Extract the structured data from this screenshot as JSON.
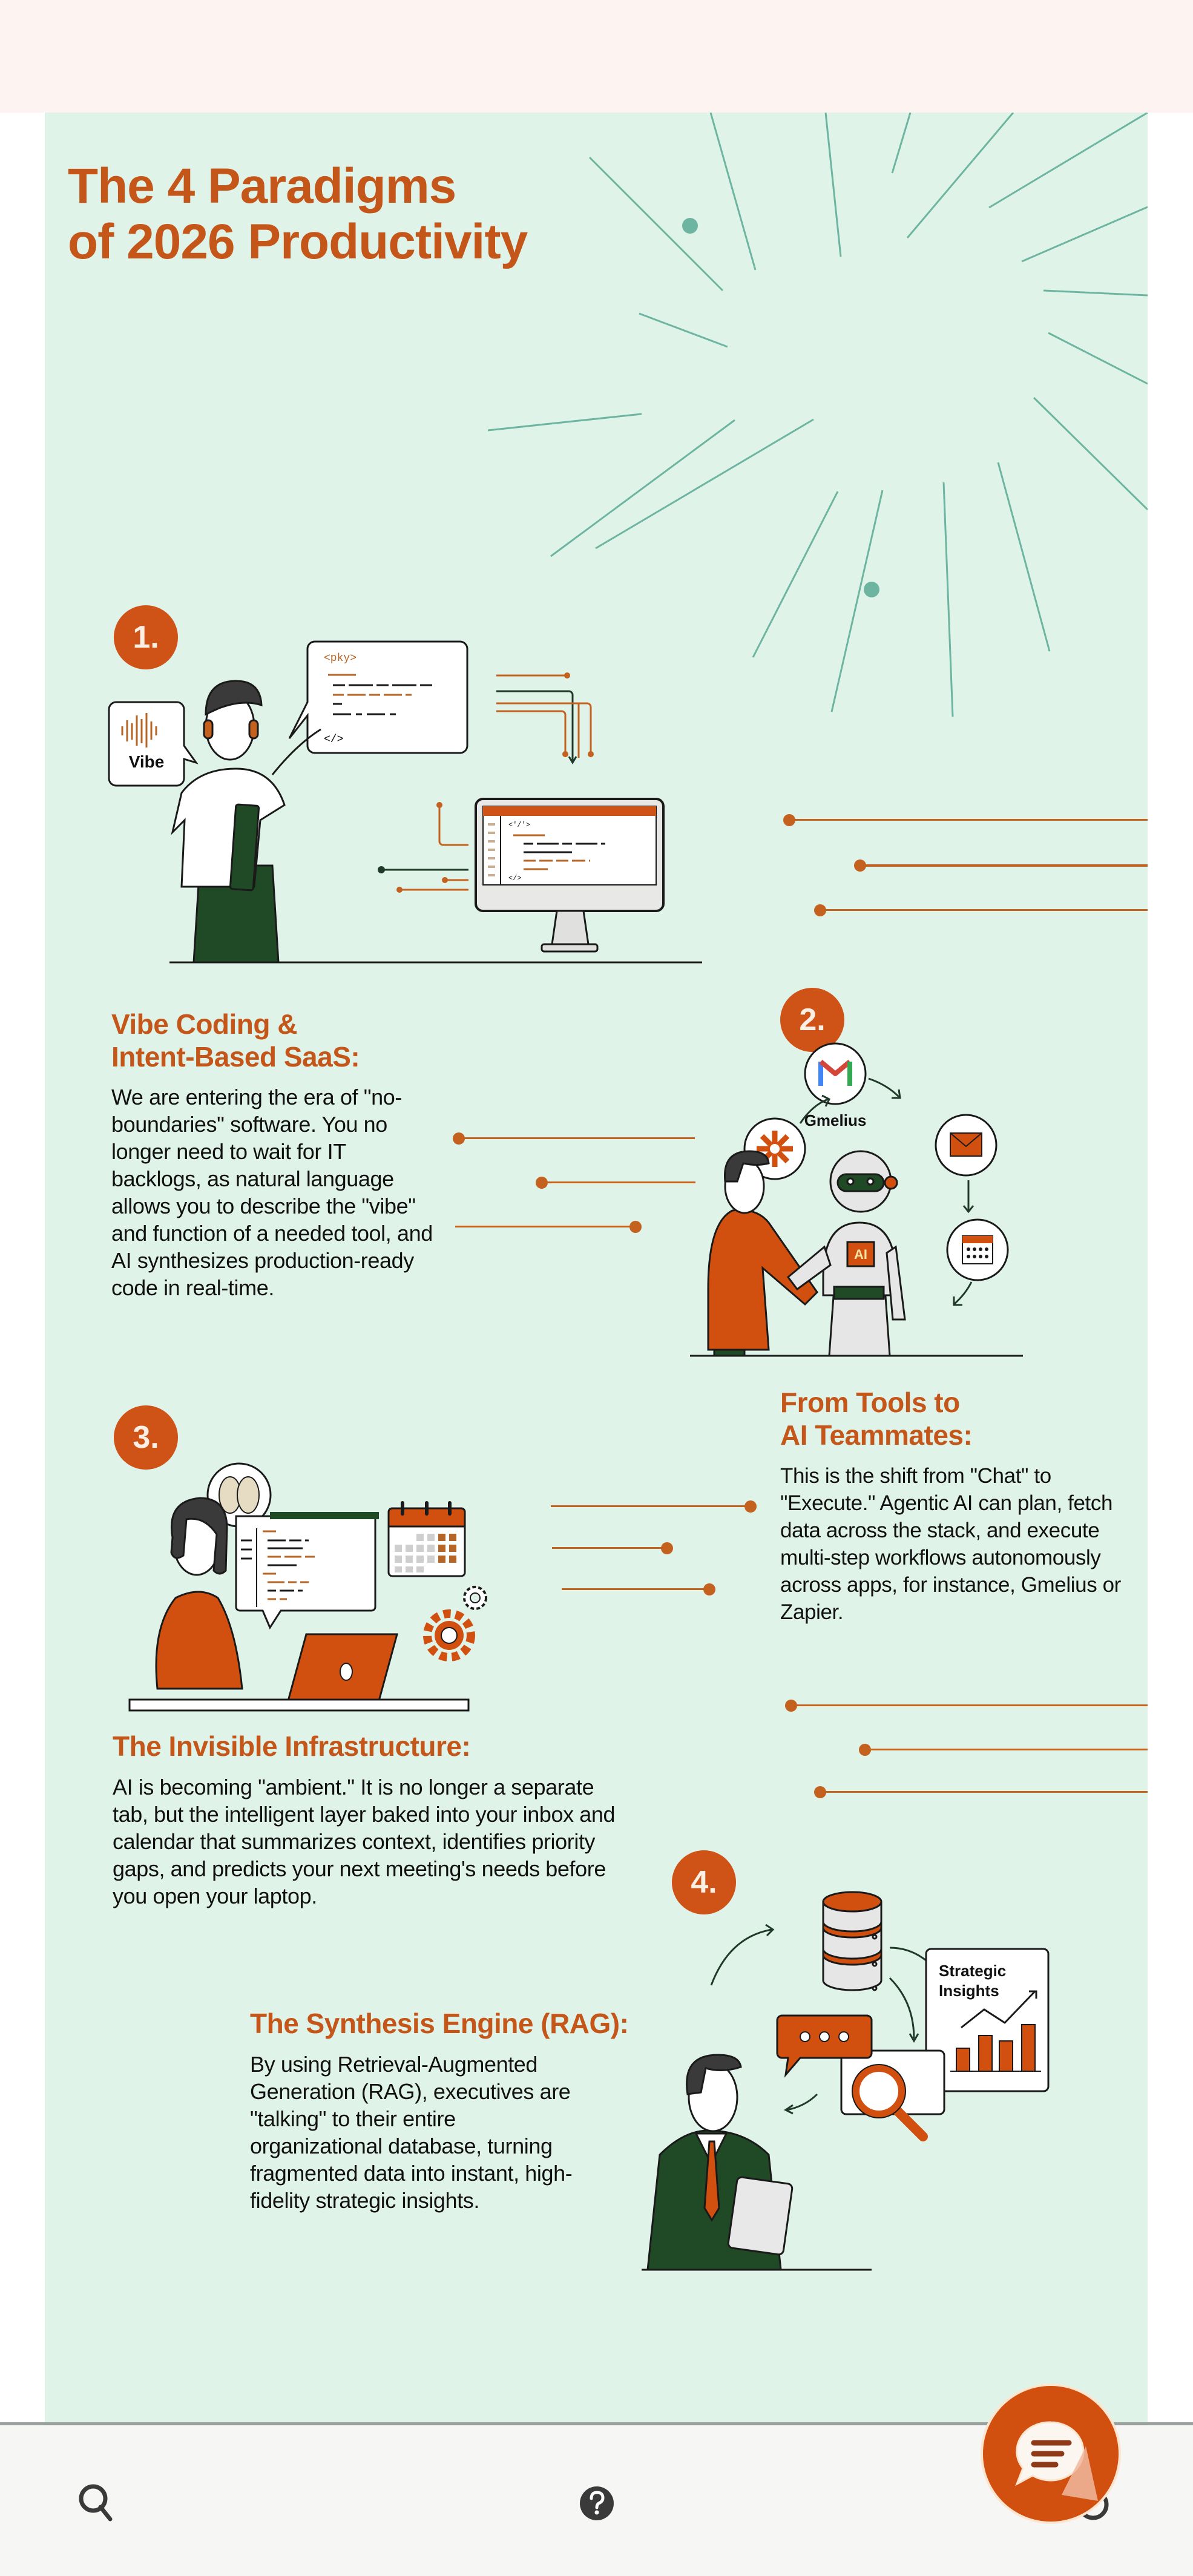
{
  "header": {
    "title_line1": "The 4 Paradigms",
    "title_line2": "of 2026 Productivity"
  },
  "colors": {
    "accent": "#c4561a",
    "badge": "#cf5217",
    "panel_bg": "#e0f3e9",
    "top_bar_bg": "#fdf3f1",
    "sunburst": "#6db5a0",
    "dark_green": "#1f4a25"
  },
  "paradigms": [
    {
      "number": "1.",
      "heading_line1": "Vibe Coding &",
      "heading_line2": "Intent-Based SaaS:",
      "body": "We are entering the era of \"no-boundaries\" software. You no longer need to wait for IT backlogs, as natural language allows you to describe the \"vibe\" and function of a needed tool, and AI synthesizes production-ready code in real-time.",
      "illustration": {
        "vibe_label": "Vibe",
        "code_open_tag": "<pky>",
        "code_close_tag": "</>",
        "monitor_open_tag": "<'/'>",
        "monitor_close_tag": "</>"
      }
    },
    {
      "number": "2.",
      "heading_line1": "From Tools to",
      "heading_line2": "AI Teammates:",
      "body": "This is the shift from \"Chat\" to \"Execute.\" Agentic AI can plan, fetch data across the stack, and execute multi-step workflows autonomously across apps, for instance, Gmelius or Zapier.",
      "illustration": {
        "app_label": "Gmelius",
        "robot_chest_label": "AI",
        "icons": [
          "zapier-icon",
          "gmail-icon",
          "mail-icon",
          "calendar-icon"
        ]
      }
    },
    {
      "number": "3.",
      "heading": "The Invisible Infrastructure:",
      "body": "AI is becoming \"ambient.\" It is no longer a separate tab, but the intelligent layer baked into your inbox and calendar that summarizes context, identifies priority gaps, and predicts your next meeting's needs before you open your laptop.",
      "illustration": {
        "icons": [
          "brain-icon",
          "document-icon",
          "calendar-icon",
          "gear-icon"
        ]
      }
    },
    {
      "number": "4.",
      "heading": "The Synthesis Engine (RAG):",
      "body": "By using Retrieval-Augmented Generation (RAG), executives are \"talking\" to their entire organizational database, turning fragmented data into instant, high-fidelity strategic insights.",
      "illustration": {
        "chart_label_line1": "Strategic",
        "chart_label_line2": "Insights",
        "icons": [
          "database-icon",
          "chat-bubble-icon",
          "magnifier-icon",
          "bar-chart-icon"
        ]
      }
    }
  ],
  "bottom_bar": {
    "items": [
      {
        "name": "search-icon"
      },
      {
        "name": "help-icon"
      },
      {
        "name": "chat-fab"
      }
    ]
  }
}
